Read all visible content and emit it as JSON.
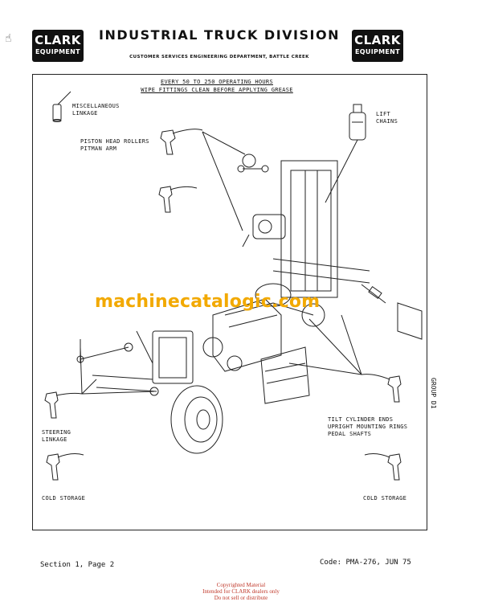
{
  "header": {
    "logo_line1": "CLARK",
    "logo_line2": "EQUIPMENT",
    "title": "INDUSTRIAL TRUCK DIVISION",
    "subtitle": "CUSTOMER SERVICES ENGINEERING DEPARTMENT, BATTLE CREEK"
  },
  "diagram": {
    "heading_line1": "EVERY 50 TO 250 OPERATING HOURS",
    "heading_line2": "WIPE FITTINGS CLEAN BEFORE APPLYING GREASE",
    "labels": {
      "misc_1": "MISCELLANEOUS",
      "misc_2": "LINKAGE",
      "lift_1": "LIFT",
      "lift_2": "CHAINS",
      "piston_1": "PISTON HEAD ROLLERS",
      "piston_2": "PITMAN ARM",
      "steering_1": "STEERING",
      "steering_2": "LINKAGE",
      "cold_left": "COLD STORAGE",
      "cold_right": "COLD STORAGE",
      "tilt_1": "TILT CYLINDER ENDS",
      "tilt_2": "UPRIGHT MOUNTING RINGS",
      "tilt_3": "PEDAL SHAFTS"
    },
    "group": "GROUP D1"
  },
  "watermark": "machinecatalogic.com",
  "footer": {
    "section": "Section 1, Page 2",
    "code": "Code: PMA-276, JUN 75"
  },
  "copyright": {
    "line1": "Copyrighted Material",
    "line2": "Intended for CLARK dealers only",
    "line3": "Do not sell or distribute"
  },
  "icons": [
    "hand-pointer-icon",
    "oil-can-icon",
    "spray-can-icon",
    "grease-gun-icon"
  ],
  "colors": {
    "watermark": "#f2a900",
    "copyright": "#c0392b",
    "logo_bg": "#111111"
  }
}
